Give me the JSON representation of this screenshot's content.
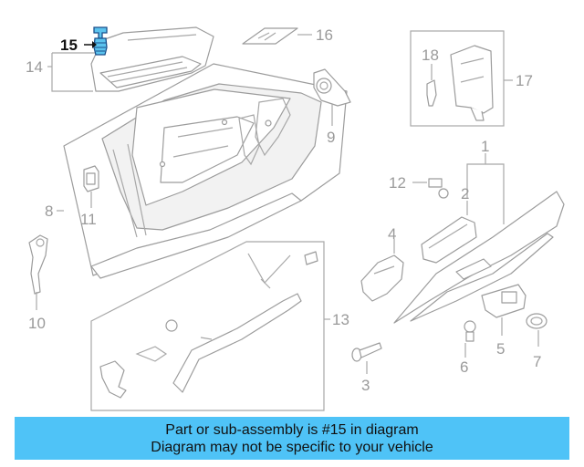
{
  "callouts": {
    "c1": "1",
    "c2": "2",
    "c3": "3",
    "c4": "4",
    "c5": "5",
    "c6": "6",
    "c7": "7",
    "c8": "8",
    "c9": "9",
    "c10": "10",
    "c11": "11",
    "c12": "12",
    "c13": "13",
    "c14": "14",
    "c15": "15",
    "c16": "16",
    "c17": "17",
    "c18": "18"
  },
  "highlight": {
    "part_number": "15",
    "color": "#5bc3ee"
  },
  "banner": {
    "line1": "Part or sub-assembly is #15 in diagram",
    "line2": "Diagram may not be specific to your vehicle",
    "background": "#4fc3f7"
  }
}
